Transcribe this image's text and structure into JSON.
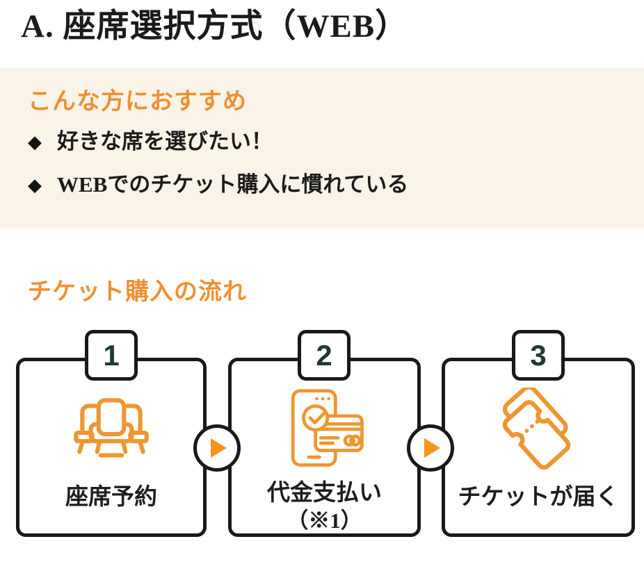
{
  "title": "A. 座席選択方式（WEB）",
  "recommend": {
    "heading": "こんな方におすすめ",
    "bullets": [
      {
        "marker": "◆",
        "text": "好きな席を選びたい！"
      },
      {
        "marker": "◆",
        "text": "WEBでのチケット購入に慣れている"
      }
    ]
  },
  "flow": {
    "heading": "チケット購入の流れ",
    "steps": [
      {
        "number": "1",
        "icon": "seats-icon",
        "label": "座席予約",
        "note": ""
      },
      {
        "number": "2",
        "icon": "payment-icon",
        "label": "代金支払い",
        "note": "（※1）"
      },
      {
        "number": "3",
        "icon": "ticket-icon",
        "label": "チケットが届く",
        "note": ""
      }
    ]
  },
  "colors": {
    "accent_orange": "#ED9133",
    "icon_orange": "#EE9630",
    "arrow_orange": "#F7941D",
    "panel_beige": "#FAF3E7",
    "number_green": "#1E3A33",
    "border_black": "#191919",
    "text_black": "#1B1B1B"
  }
}
